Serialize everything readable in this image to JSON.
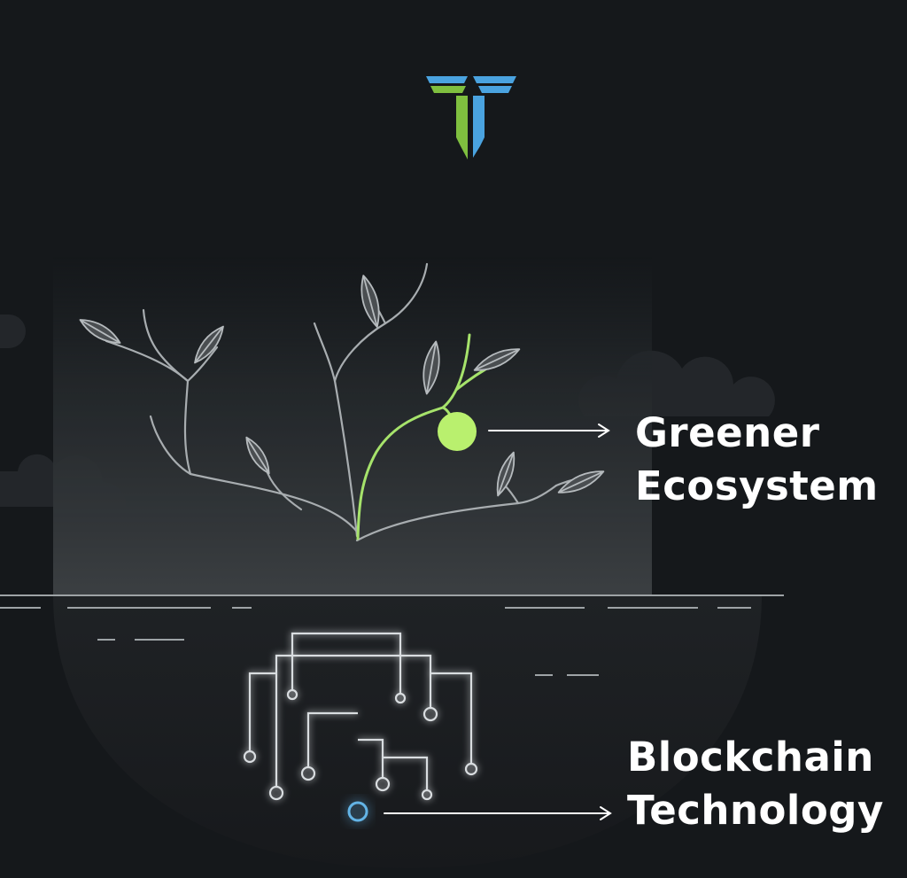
{
  "labels": {
    "greener": {
      "line1": "Greener",
      "line2": "Ecosystem"
    },
    "blockchain": {
      "line1": "Blockchain",
      "line2": "Technology"
    }
  },
  "logo": {
    "icon": "t-monogram-logo-icon",
    "colors": {
      "green": "#7fbf3f",
      "blue": "#4aa3e0"
    }
  },
  "colors": {
    "background": "#15181b",
    "panel": "#2a2e31",
    "stem_green": "#a6e36b",
    "root_blue": "#63b4e6",
    "line_gray": "#9ea3a6",
    "leaf_fill": "#4a4e51",
    "leaf_stroke": "#b6bbbe",
    "circuit": "#d9dde0",
    "fruit": "#b9f06e"
  }
}
